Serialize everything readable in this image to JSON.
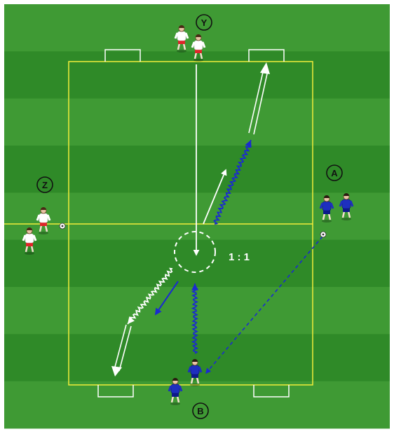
{
  "diagram": {
    "labels": {
      "team_y": "Y",
      "team_z": "Z",
      "team_a": "A",
      "team_b": "B",
      "scenario": "1 : 1"
    },
    "colors": {
      "pitch_light": "#3f9a34",
      "pitch_dark": "#2f8a28",
      "field_lines": "#f2ee3a",
      "goals": "#ffffff",
      "white_team_shirt": "#ffffff",
      "white_team_shorts": "#e0262a",
      "blue_team_shirt": "#1e2fbf",
      "blue_team_shorts": "#0d1a8a",
      "white_arrows": "#ffffff",
      "blue_arrows": "#1a2ad0"
    },
    "icons": [
      "player-white-red",
      "player-blue",
      "ball-icon",
      "goal-icon"
    ]
  }
}
